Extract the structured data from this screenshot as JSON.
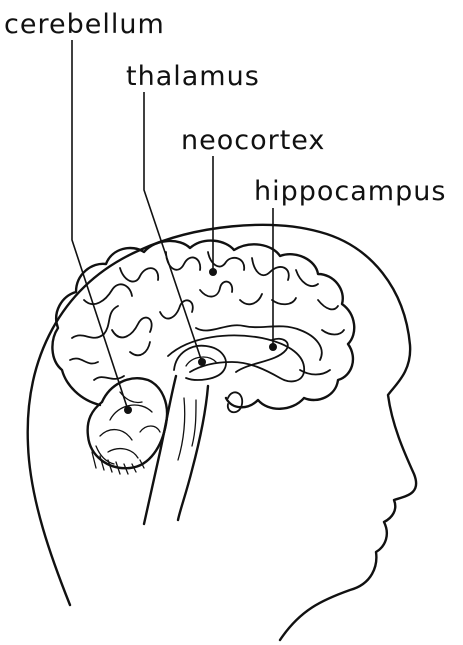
{
  "labels": {
    "cerebellum": "cerebellum",
    "thalamus": "thalamus",
    "neocortex": "neocortex",
    "hippocampus": "hippocampus"
  },
  "colors": {
    "ink": "#111111",
    "background": "#ffffff"
  }
}
